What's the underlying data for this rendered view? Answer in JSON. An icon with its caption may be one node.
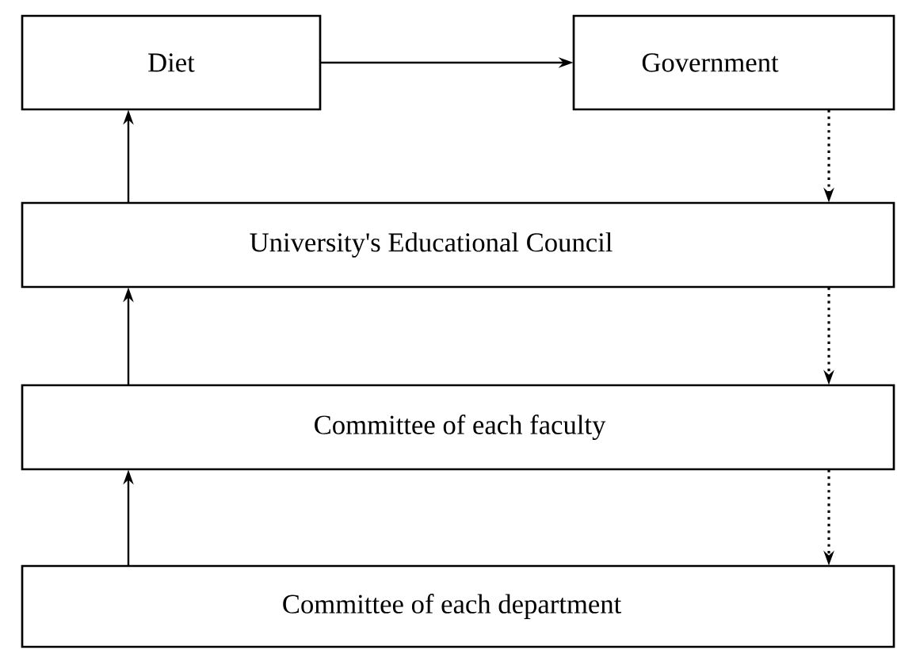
{
  "diagram": {
    "nodes": [
      {
        "text": [
          "Diet"
        ]
      },
      {
        "text": [
          "Government"
        ]
      },
      {
        "text": [
          "University's Educational Council"
        ]
      },
      {
        "text": [
          "Committee of each faculty"
        ]
      },
      {
        "text": [
          "Committee of each department"
        ]
      }
    ],
    "edges": [
      {
        "from": 0,
        "to": 1,
        "arrow": "to"
      },
      {
        "from": 2,
        "to": 0,
        "arrow": "to"
      },
      {
        "from": 1,
        "to": 2,
        "arrow": "to",
        "style": "dashed"
      },
      {
        "from": 3,
        "to": 2,
        "arrow": "to"
      },
      {
        "from": 2,
        "to": 3,
        "arrow": "to",
        "style": "dashed"
      },
      {
        "from": 4,
        "to": 3,
        "arrow": "to"
      },
      {
        "from": 3,
        "to": 4,
        "arrow": "to",
        "style": "dashed"
      }
    ]
  }
}
